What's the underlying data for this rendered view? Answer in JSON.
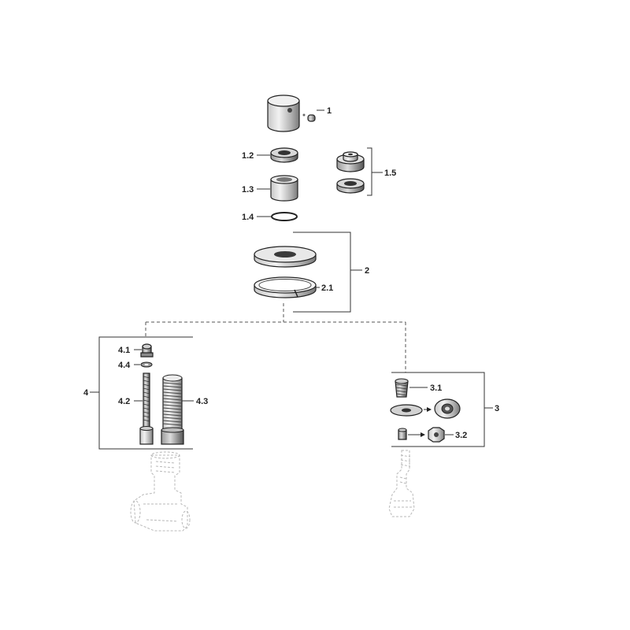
{
  "labels": {
    "l1": "1",
    "l1_2": "1.2",
    "l1_3": "1.3",
    "l1_4": "1.4",
    "l1_5": "1.5",
    "l2": "2",
    "l2_1": "2.1",
    "l3": "3",
    "l3_1": "3.1",
    "l3_2": "3.2",
    "l4": "4",
    "l4_1": "4.1",
    "l4_2": "4.2",
    "l4_3": "4.3",
    "l4_4": "4.4"
  },
  "colors": {
    "part_light": "#e6e6e6",
    "part_mid": "#bdbdbd",
    "part_dark": "#5a5a5a",
    "line": "#333333",
    "ghost": "#b8b8b8"
  }
}
